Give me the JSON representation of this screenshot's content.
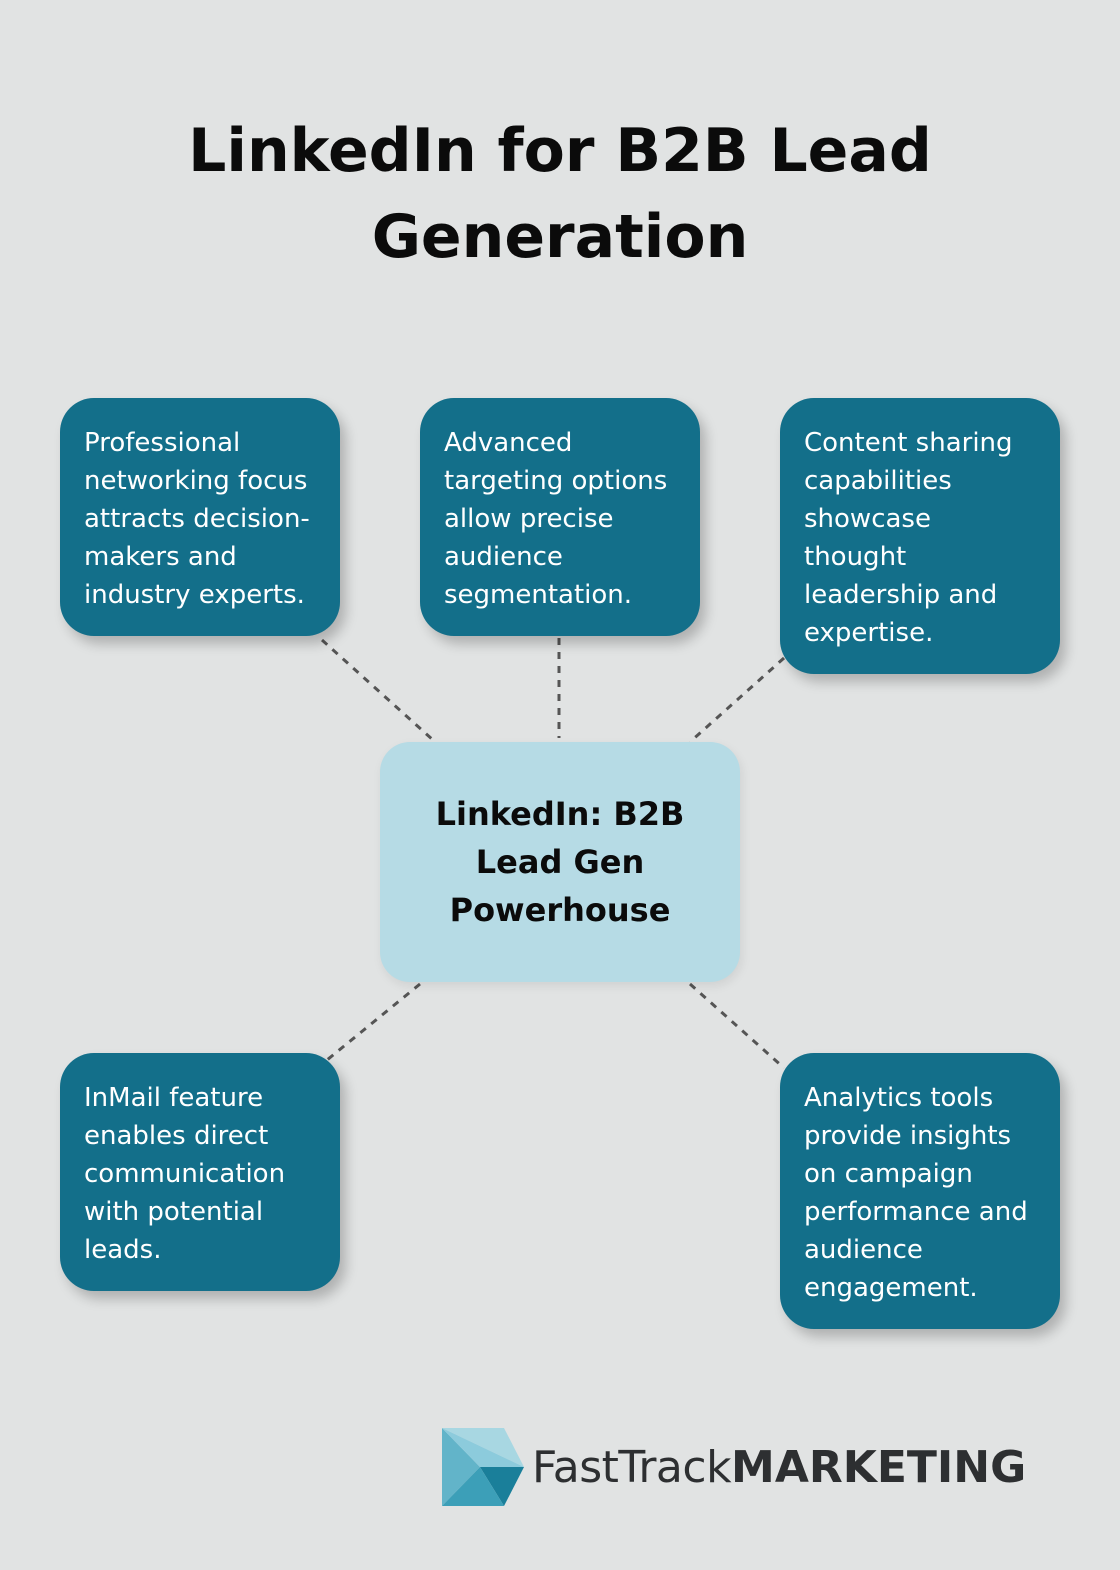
{
  "title": "LinkedIn for B2B Lead Generation",
  "center": {
    "label": "LinkedIn: B2B Lead Gen Powerhouse"
  },
  "nodes": [
    {
      "text": "Professional networking focus attracts decision-makers and industry experts."
    },
    {
      "text": "Advanced targeting options allow precise audience segmentation."
    },
    {
      "text": "Content sharing capabilities showcase thought leadership and expertise."
    },
    {
      "text": "InMail feature enables direct communication with potential leads."
    },
    {
      "text": "Analytics tools provide insights on campaign performance and audience engagement."
    }
  ],
  "logo": {
    "light": "FastTrack",
    "bold": "MARKETING"
  },
  "colors": {
    "background": "#e1e3e3",
    "node": "#136f8a",
    "center": "#b6dbe5",
    "connector": "#555555"
  }
}
